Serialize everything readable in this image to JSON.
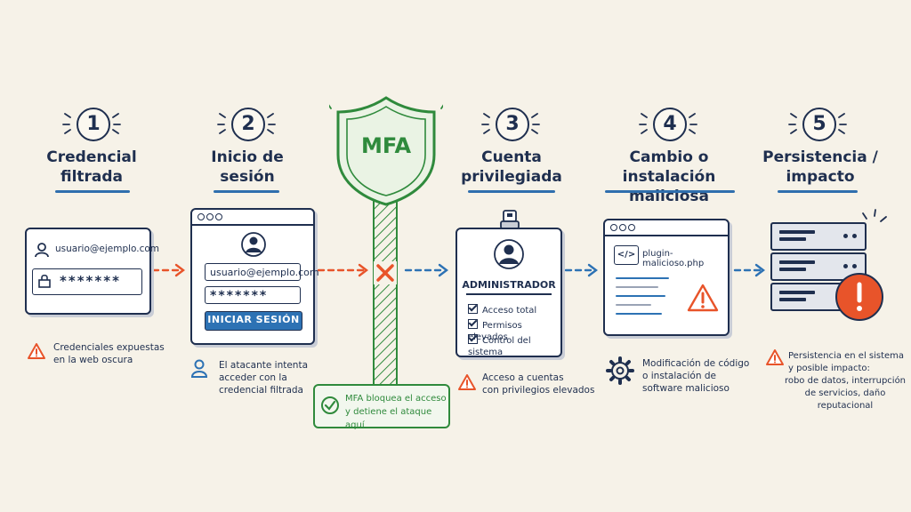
{
  "steps": [
    {
      "number": "1",
      "title_lines": [
        "Credencial",
        "filtrada"
      ]
    },
    {
      "number": "2",
      "title_lines": [
        "Inicio de",
        "sesión"
      ]
    },
    {
      "number": "3",
      "title_lines": [
        "Cuenta",
        "privilegiada"
      ]
    },
    {
      "number": "4",
      "title_lines": [
        "Cambio o",
        "instalación maliciosa"
      ]
    },
    {
      "number": "5",
      "title_lines": [
        "Persistencia /",
        "impacto"
      ]
    }
  ],
  "mfa": {
    "badge": "MFA",
    "note_lines": [
      "MFA bloquea el acceso",
      "y detiene el ataque aquí"
    ]
  },
  "leaked_card": {
    "username": "usuario@ejemplo.com",
    "password": "*******"
  },
  "login_card": {
    "username": "usuario@ejemplo.com",
    "password": "*******",
    "button": "INICIAR SESIÓN"
  },
  "admin_card": {
    "role": "ADMINISTRADOR",
    "checks": [
      "Acceso total",
      "Permisos elevados",
      "Control del sistema"
    ]
  },
  "code_card": {
    "filename": "plugin-malicioso.php",
    "code_icon": "</>"
  },
  "notes": {
    "step1": [
      "Credenciales expuestas",
      "en la web oscura"
    ],
    "step2": [
      "El atacante intenta",
      "acceder con la",
      "credencial filtrada"
    ],
    "step3": [
      "Acceso a cuentas",
      "con privilegios elevados"
    ],
    "step4": [
      "Modificación de código",
      "o instalación de",
      "software malicioso"
    ],
    "step5": [
      "Persistencia en el sistema",
      "y posible impacto:",
      "robo de datos, interrupción",
      "de servicios, daño reputacional"
    ]
  },
  "colors": {
    "navy": "#1f2f4f",
    "blue": "#2d72b4",
    "orange": "#e8542a",
    "green": "#2f8a3c",
    "background": "#f6f2e8"
  }
}
